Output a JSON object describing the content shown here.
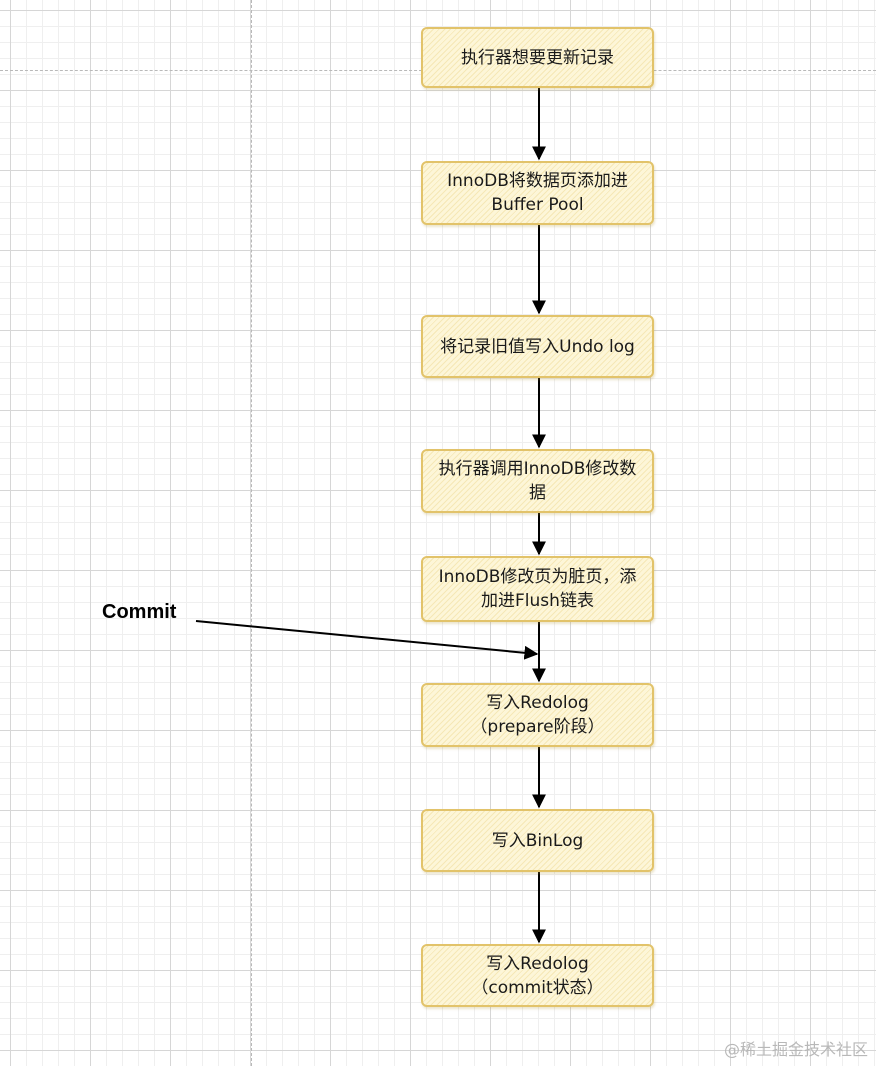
{
  "nodes": [
    {
      "id": "n1",
      "lines": [
        "执行器想要更新记录"
      ]
    },
    {
      "id": "n2",
      "lines": [
        "InnoDB将数据页添加进",
        "Buffer Pool"
      ]
    },
    {
      "id": "n3",
      "lines": [
        "将记录旧值写入Undo log"
      ]
    },
    {
      "id": "n4",
      "lines": [
        "执行器调用InnoDB修改数",
        "据"
      ]
    },
    {
      "id": "n5",
      "lines": [
        "InnoDB修改页为脏页，添",
        "加进Flush链表"
      ]
    },
    {
      "id": "n6",
      "lines": [
        "写入Redolog",
        "（prepare阶段）"
      ]
    },
    {
      "id": "n7",
      "lines": [
        "写入BinLog"
      ]
    },
    {
      "id": "n8",
      "lines": [
        "写入Redolog",
        "（commit状态）"
      ]
    }
  ],
  "commit_label": "Commit",
  "watermark": "@稀土掘金技术社区",
  "colors": {
    "node_fill": "#fdf6d8",
    "node_border": "#e2c36a",
    "arrow": "#000000",
    "guide": "#b9b9b9"
  }
}
